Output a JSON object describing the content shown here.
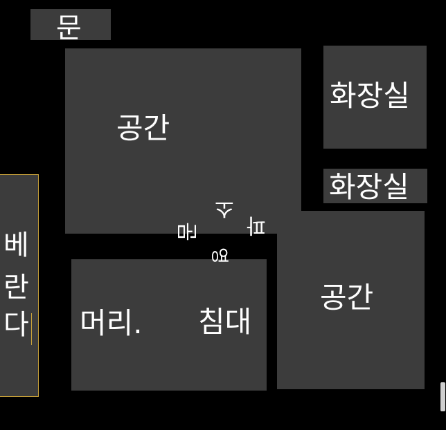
{
  "floorplan": {
    "door": {
      "label": "문"
    },
    "living_space": {
      "label": "공간"
    },
    "bathroom_1": {
      "label": "화장실"
    },
    "bathroom_2": {
      "label": "화장실"
    },
    "veranda": {
      "label": "베란다",
      "chars": [
        "베",
        "란",
        "다"
      ],
      "selected": true
    },
    "bedroom": {
      "head_label": "머리.",
      "bed_label": "침대"
    },
    "space_2": {
      "label": "공간"
    },
    "rotated_labels": [
      "문",
      "소",
      "파",
      "영"
    ]
  },
  "colors": {
    "background": "#000000",
    "room_fill": "#3c3c3c",
    "text": "#ffffff",
    "selection_border": "#c8a23a"
  }
}
